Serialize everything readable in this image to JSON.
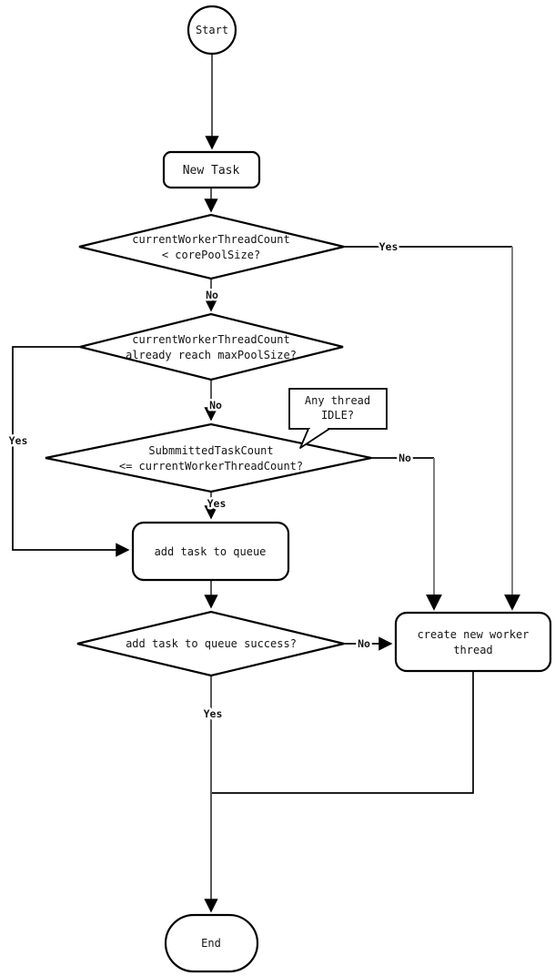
{
  "nodes": {
    "start": {
      "label": "Start"
    },
    "new_task": {
      "label": "New Task"
    },
    "decision_core_pool": {
      "line1": "currentWorkerThreadCount",
      "line2": "< corePoolSize?"
    },
    "decision_max_pool": {
      "line1": "currentWorkerThreadCount",
      "line2": "already reach maxPoolSize?"
    },
    "note_idle": {
      "line1": "Any thread",
      "line2": "IDLE?"
    },
    "decision_submitted_count": {
      "line1": "SubmmittedTaskCount",
      "line2": "<= currentWorkerThreadCount?"
    },
    "add_queue": {
      "label": "add task to queue"
    },
    "decision_queue_success": {
      "label": "add task to queue success?"
    },
    "create_worker": {
      "line1": "create new worker",
      "line2": "thread"
    },
    "end": {
      "label": "End"
    }
  },
  "edge_labels": {
    "d1_yes": "Yes",
    "d1_no": "No",
    "d2_yes": "Yes",
    "d2_no": "No",
    "d3_yes": "Yes",
    "d3_no": "No",
    "d4_yes": "Yes",
    "d4_no": "No"
  },
  "colors": {
    "background": "#ffffff",
    "shape_stroke": "#000000",
    "connector_gray": "#808080",
    "text": "#141414"
  }
}
